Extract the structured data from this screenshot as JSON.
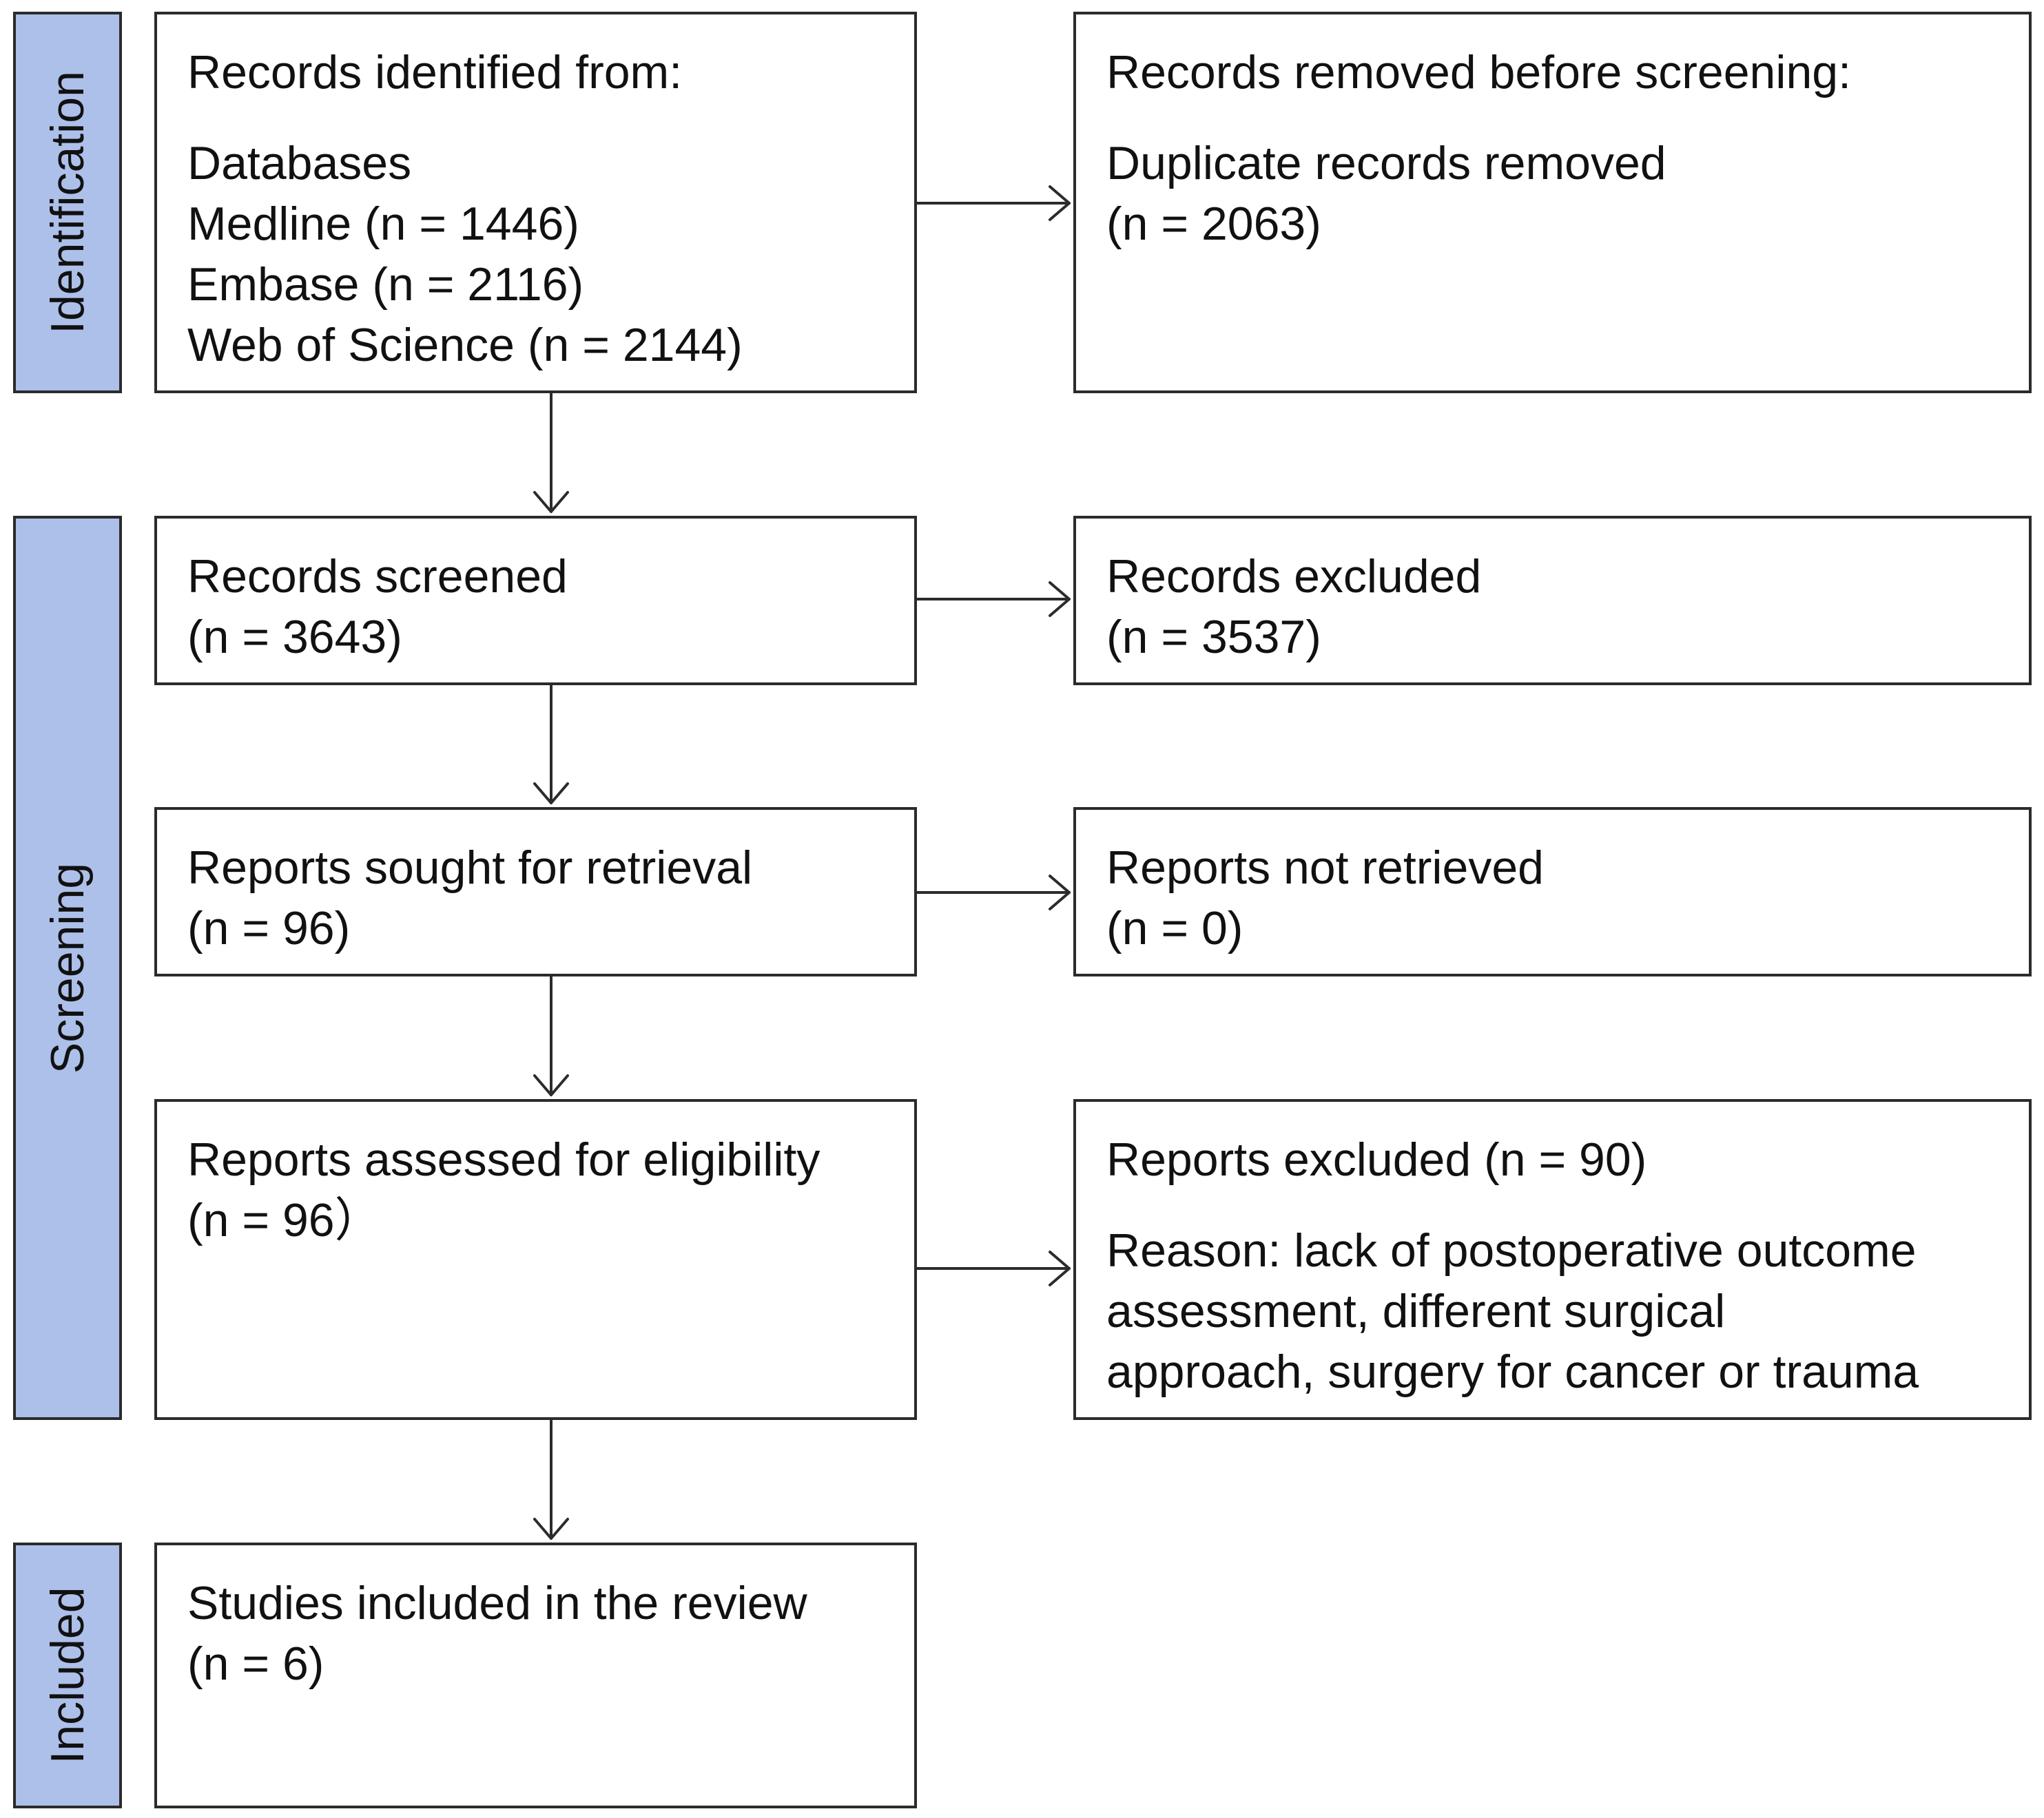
{
  "phases": {
    "identification": "Identification",
    "screening": "Screening",
    "included": "Included"
  },
  "boxes": {
    "identified": {
      "heading": "Records identified from:",
      "subheading": "Databases",
      "lines": [
        "Medline  (n = 1446)",
        "Embase (n = 2116)",
        "Web of Science (n = 2144)"
      ]
    },
    "removed": {
      "heading": "Records removed before screening:",
      "lines": [
        "Duplicate records removed",
        "(n = 2063)"
      ]
    },
    "screened": {
      "lines": [
        "Records screened",
        "(n = 3643)"
      ]
    },
    "excluded": {
      "lines": [
        "Records excluded",
        "(n = 3537)"
      ]
    },
    "sought": {
      "lines": [
        "Reports sought for retrieval",
        "(n = 96)"
      ]
    },
    "not_retrieved": {
      "lines": [
        "Reports not retrieved",
        "(n = 0)"
      ]
    },
    "assessed": {
      "lines": [
        "Reports assessed for eligibility",
        "(n = 96）"
      ]
    },
    "reports_excluded": {
      "heading": "Reports excluded (n = 90)",
      "lines": [
        "Reason: lack of postoperative outcome",
        "assessment, different  surgical",
        "approach, surgery for cancer or trauma"
      ]
    },
    "included": {
      "lines": [
        "Studies included in the review",
        "(n = 6)"
      ]
    }
  },
  "colors": {
    "phase_fill": "#adc0ea",
    "border": "#2b2b2b"
  }
}
